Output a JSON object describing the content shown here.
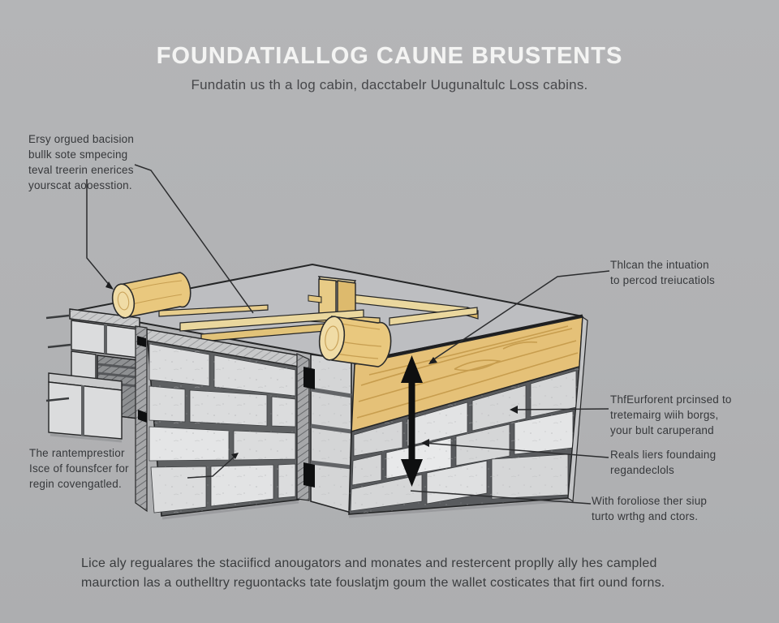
{
  "title": "FOUNDATIALLOG CAUNE BRUSTENTS",
  "subtitle": "Fundatin us th a log cabin, dacctabelr Uugunaltulc Loss cabins.",
  "callouts": {
    "top_left": "Ersy orgued bacision\nbullk sote smpecing\nteval treerin enerices\nyourscat aooesstion.",
    "right_1": "Thlcan the intuation\nto percod treiucatiols",
    "right_2": "ThfEurforent prcinsed to\ntretemairg wiih borgs,\nyour bult caruperand",
    "right_3": "Reals liers foundaing\nregandeclols",
    "right_4": "With foroliose ther siup\nturto wrthg and ctors.",
    "left": "The rantemprestior\nIsce of founsfcer for\nregin covengatled."
  },
  "footer_caption": "Lice aly regualares the staciificd anougators and monates and restercent proplly ally hes campled\nmaurction las a outhelltry reguontacks tate fouslatjm goum the wallet costicates that firt ound forns.",
  "diagram": {
    "parts": [
      "concrete-deck-slab",
      "floor-boards",
      "support-post",
      "round-log-left",
      "round-log-center",
      "left-cutaway-footing",
      "front-concrete-block-wall",
      "expansion-joints",
      "corner-block-column",
      "wood-sill-band",
      "right-concrete-block-wall",
      "height-dimension-arrow"
    ]
  },
  "colors": {
    "background": "#b1b2b4",
    "title_text": "#f4f4f3",
    "body_text": "#36383b",
    "outline": "#242526",
    "concrete_block": "#dbdcdd",
    "mortar": "#5e6062",
    "deck": "#bdbec1",
    "wood_light": "#eed9a0",
    "wood_mid": "#e5c178",
    "wood_dark": "#c79b4e",
    "arrow": "#111111"
  }
}
